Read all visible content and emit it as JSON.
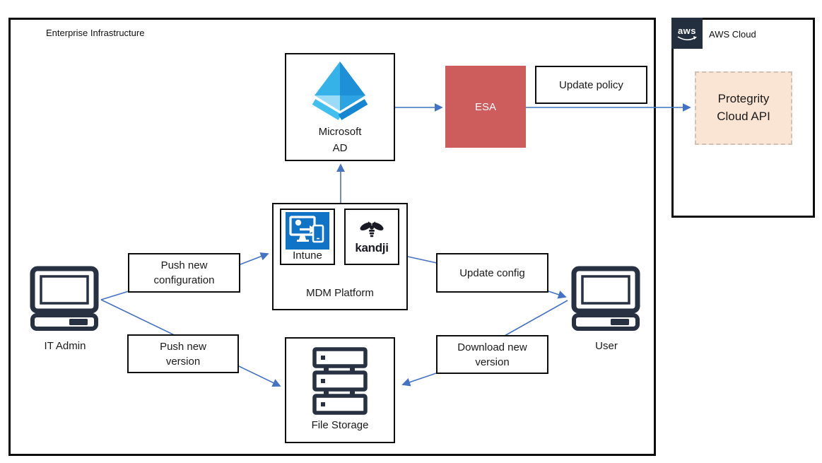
{
  "enterprise": {
    "label": "Enterprise Infrastructure"
  },
  "aws": {
    "label": "AWS Cloud",
    "logo_text": "aws"
  },
  "nodes": {
    "microsoft_ad": {
      "line1": "Microsoft",
      "line2": "AD"
    },
    "esa": {
      "label": "ESA"
    },
    "update_policy": {
      "label": "Update policy"
    },
    "protegrity": {
      "line1": "Protegrity",
      "line2": "Cloud API"
    },
    "mdm": {
      "label": "MDM Platform",
      "intune": "Intune",
      "kandji": "kandji"
    },
    "push_config": {
      "line1": "Push new",
      "line2": "configuration"
    },
    "push_version": {
      "line1": "Push new",
      "line2": "version"
    },
    "update_config": {
      "label": "Update config"
    },
    "download_version": {
      "line1": "Download new",
      "line2": "version"
    },
    "file_storage": {
      "label": "File Storage"
    },
    "it_admin": {
      "label": "IT Admin"
    },
    "user": {
      "label": "User"
    }
  },
  "edges": [
    {
      "from": "it_admin",
      "via": "push_config",
      "to": "mdm"
    },
    {
      "from": "mdm",
      "to": "microsoft_ad"
    },
    {
      "from": "microsoft_ad",
      "to": "esa"
    },
    {
      "from": "esa",
      "via": "update_policy",
      "to": "protegrity"
    },
    {
      "from": "mdm",
      "via": "update_config",
      "to": "user"
    },
    {
      "from": "it_admin",
      "via": "push_version",
      "to": "file_storage"
    },
    {
      "from": "user",
      "via": "download_version",
      "to": "file_storage"
    }
  ],
  "colors": {
    "arrow": "#4472C4",
    "esa_red": "#CD5C5C",
    "protegrity_peach": "#FAE5D4",
    "aws_navy": "#232F3E",
    "intune_blue": "#1173C5",
    "icon_dark": "#273142"
  }
}
